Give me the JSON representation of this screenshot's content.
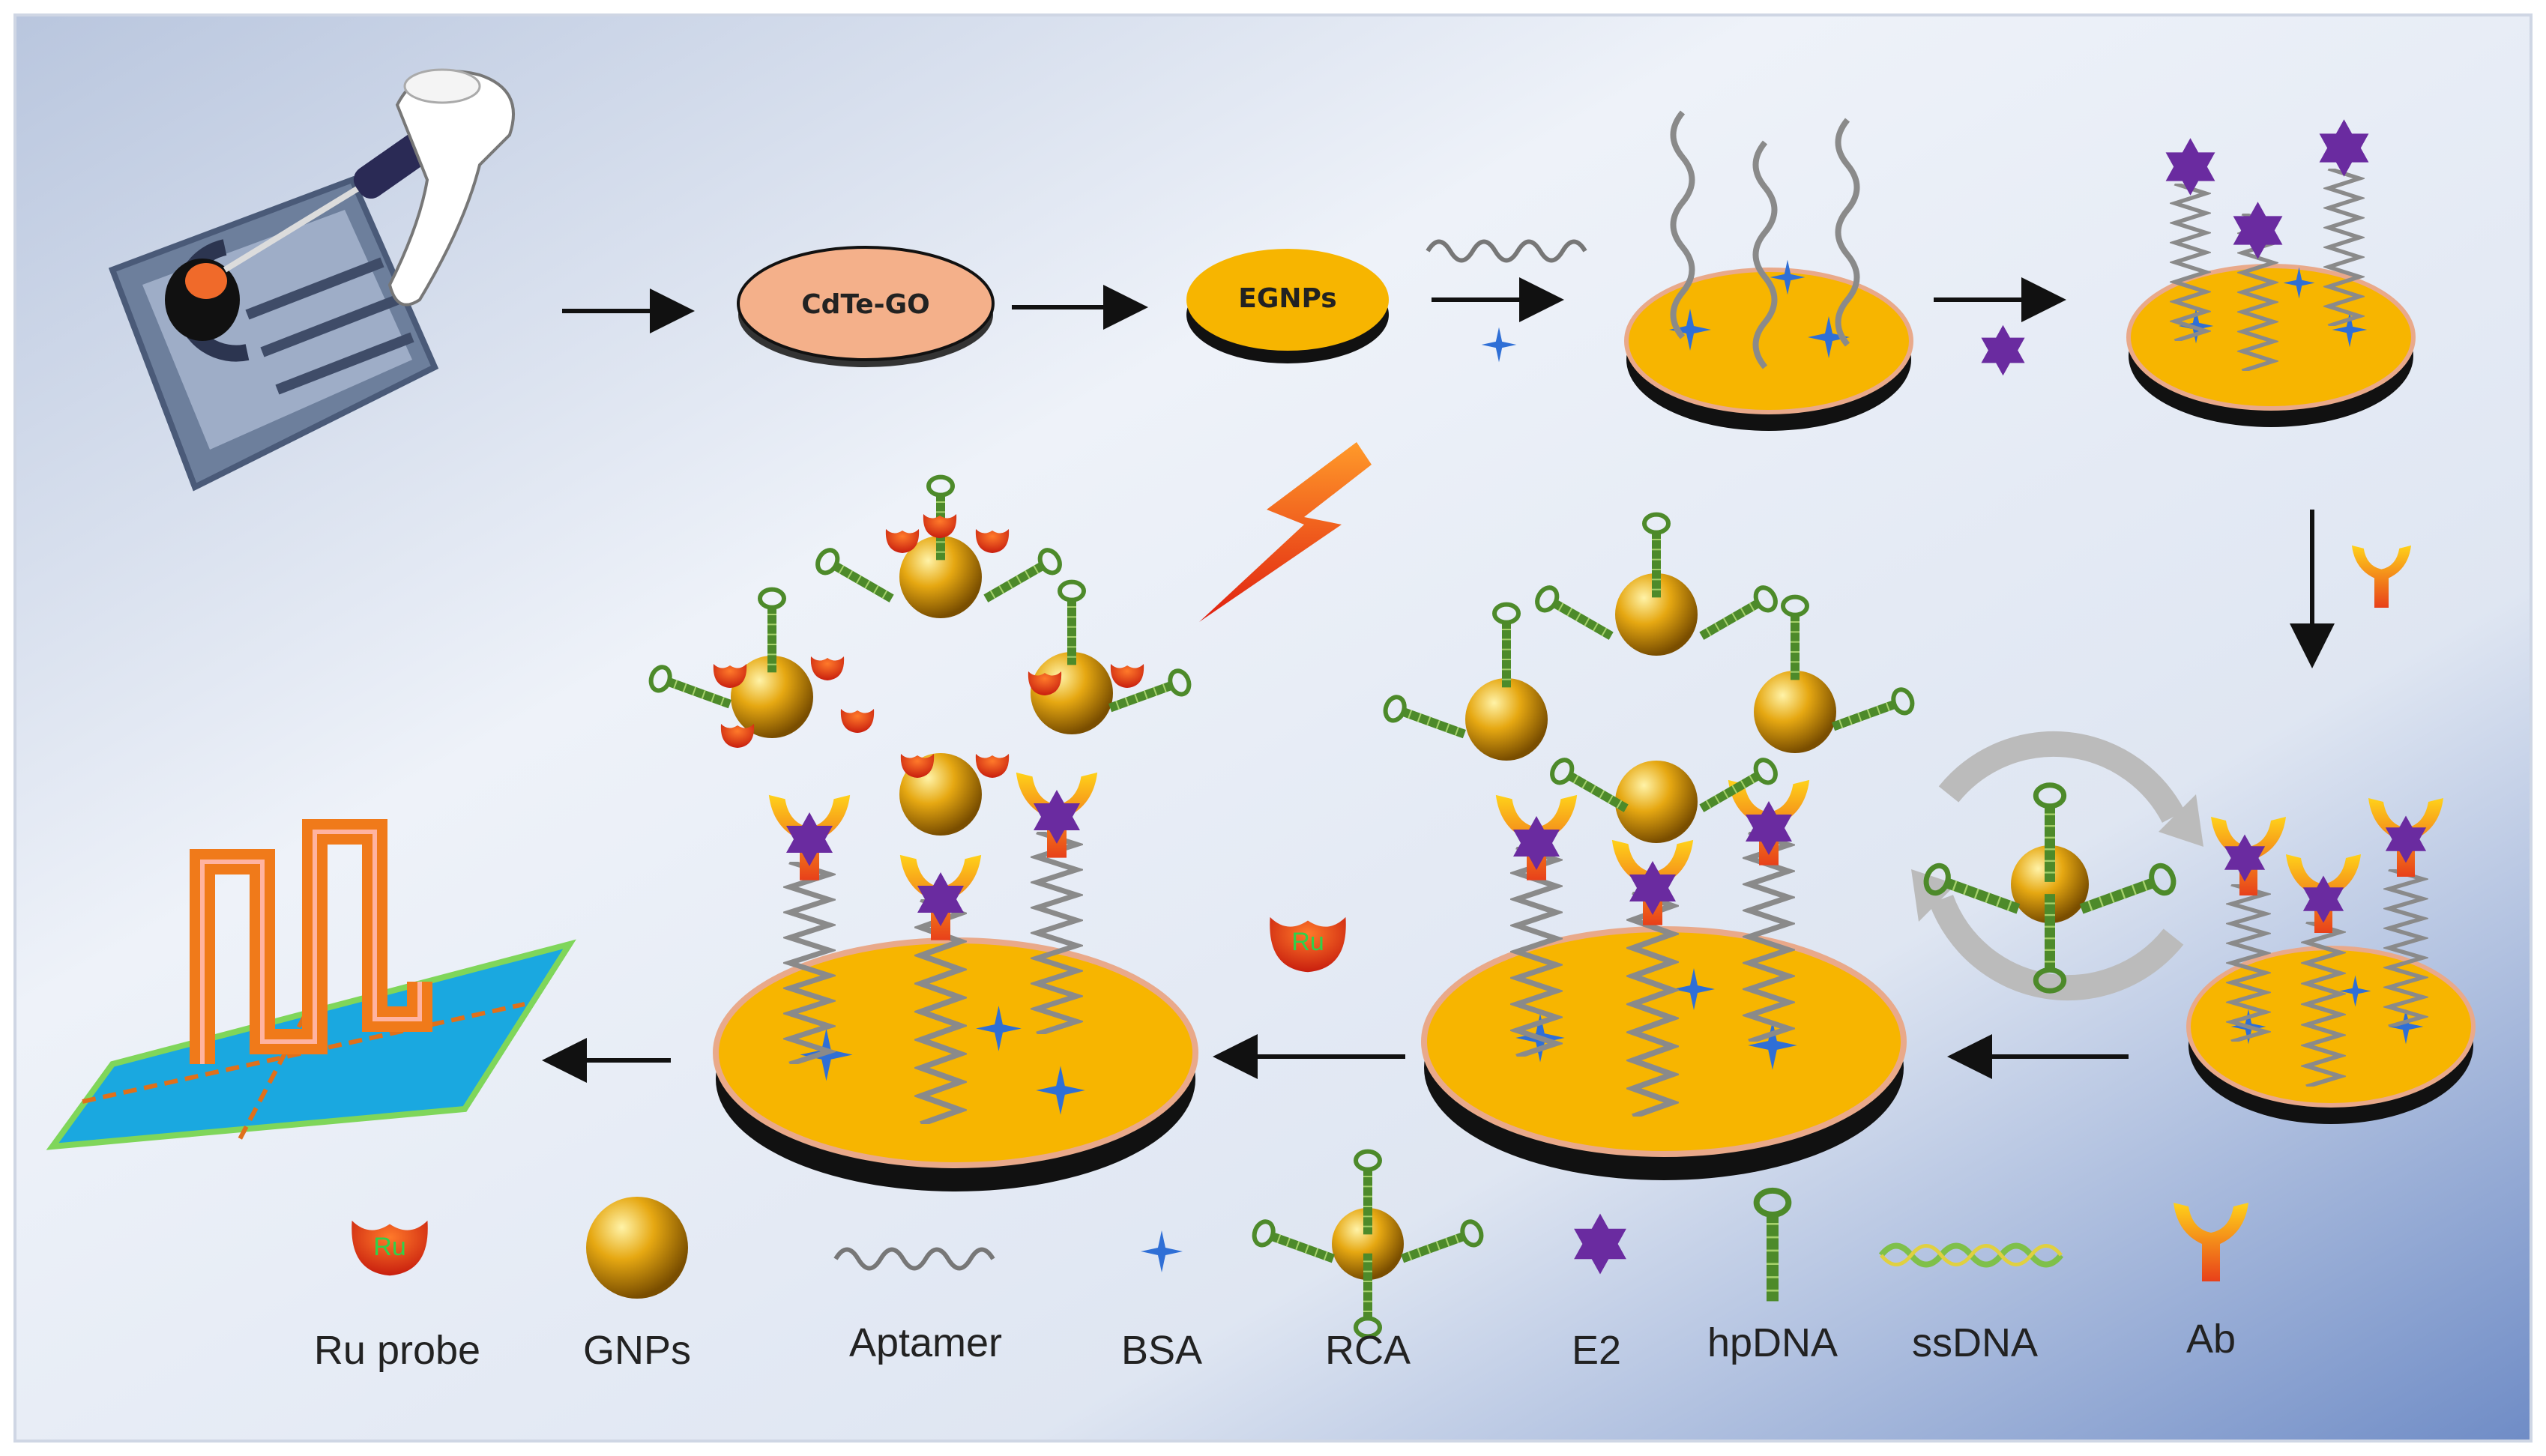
{
  "disk_labels": {
    "cdte_go": "CdTe-GO",
    "egnps": "EGNPs"
  },
  "ru_text": "Ru",
  "legend": {
    "ru_probe": "Ru probe",
    "gnps": "GNPs",
    "aptamer": "Aptamer",
    "bsa": "BSA",
    "rca": "RCA",
    "e2": "E2",
    "hpdna": "hpDNA",
    "ssdna": "ssDNA",
    "ab": "Ab"
  },
  "colors": {
    "disk_gold": "#f7b500",
    "disk_edge": "#e9a98a",
    "cdte_disk": "#f4b08a",
    "e2_purple": "#6a2ba0",
    "bsa_blue": "#2f6fd6",
    "ru_red": "#e0301a",
    "dna_green": "#4d8a2a",
    "arrow": "#111111"
  }
}
